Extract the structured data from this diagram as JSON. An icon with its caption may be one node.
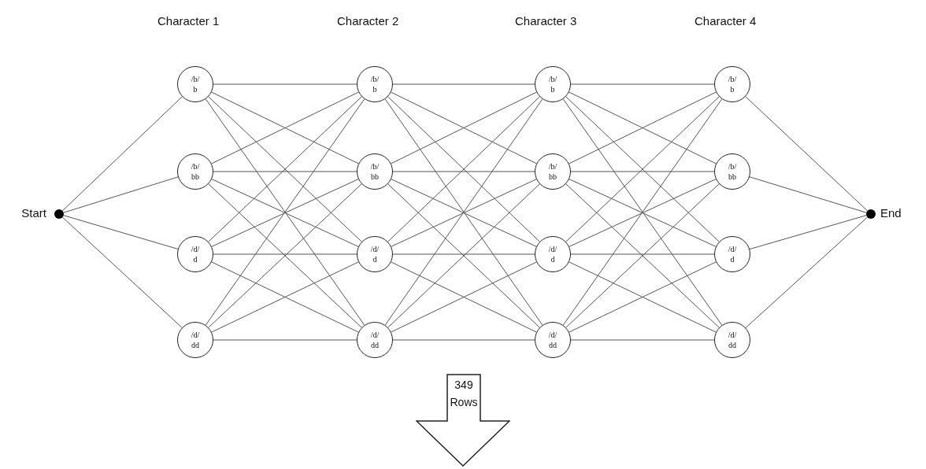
{
  "diagram": {
    "nodes": [
      {
        "text": [],
        "shape": "circle",
        "beside": [
          "Start"
        ]
      },
      {
        "text": [
          "/b/",
          "b"
        ]
      },
      {
        "text": [
          "/b/",
          "bb"
        ]
      },
      {
        "text": [
          "/d/",
          "d"
        ]
      },
      {
        "text": [
          "/d/",
          "dd"
        ]
      },
      {
        "text": [
          "/b/",
          "b"
        ]
      },
      {
        "text": [
          "/b/",
          "bb"
        ]
      },
      {
        "text": [
          "/d/",
          "d"
        ]
      },
      {
        "text": [
          "/d/",
          "dd"
        ]
      },
      {
        "text": [
          "/b/",
          "b"
        ]
      },
      {
        "text": [
          "/b/",
          "bb"
        ]
      },
      {
        "text": [
          "/d/",
          "d"
        ]
      },
      {
        "text": [
          "/d/",
          "dd"
        ]
      },
      {
        "text": [
          "/b/",
          "b"
        ]
      },
      {
        "text": [
          "/b/",
          "bb"
        ]
      },
      {
        "text": [
          "/d/",
          "d"
        ]
      },
      {
        "text": [
          "/d/",
          "dd"
        ]
      },
      {
        "text": [],
        "shape": "circle",
        "beside": [
          "End"
        ]
      },
      {
        "text": [
          "349 Rows"
        ]
      }
    ],
    "edges": [
      {
        "from": 0,
        "to": 1,
        "arrow": "none"
      },
      {
        "from": 0,
        "to": 2,
        "arrow": "none"
      },
      {
        "from": 0,
        "to": 3,
        "arrow": "none"
      },
      {
        "from": 0,
        "to": 4,
        "arrow": "none"
      },
      {
        "from": 1,
        "to": 5,
        "arrow": "none"
      },
      {
        "from": 1,
        "to": 6,
        "arrow": "none"
      },
      {
        "from": 1,
        "to": 7,
        "arrow": "none"
      },
      {
        "from": 1,
        "to": 8,
        "arrow": "none"
      },
      {
        "from": 2,
        "to": 5,
        "arrow": "none"
      },
      {
        "from": 2,
        "to": 6,
        "arrow": "none"
      },
      {
        "from": 2,
        "to": 7,
        "arrow": "none"
      },
      {
        "from": 2,
        "to": 8,
        "arrow": "none"
      },
      {
        "from": 3,
        "to": 5,
        "arrow": "none"
      },
      {
        "from": 3,
        "to": 6,
        "arrow": "none"
      },
      {
        "from": 3,
        "to": 7,
        "arrow": "none"
      },
      {
        "from": 3,
        "to": 8,
        "arrow": "none"
      },
      {
        "from": 4,
        "to": 5,
        "arrow": "none"
      },
      {
        "from": 4,
        "to": 6,
        "arrow": "none"
      },
      {
        "from": 4,
        "to": 7,
        "arrow": "none"
      },
      {
        "from": 4,
        "to": 8,
        "arrow": "none"
      },
      {
        "from": 5,
        "to": 9,
        "arrow": "none"
      },
      {
        "from": 5,
        "to": 10,
        "arrow": "none"
      },
      {
        "from": 5,
        "to": 11,
        "arrow": "none"
      },
      {
        "from": 5,
        "to": 12,
        "arrow": "none"
      },
      {
        "from": 6,
        "to": 9,
        "arrow": "none"
      },
      {
        "from": 6,
        "to": 10,
        "arrow": "none"
      },
      {
        "from": 6,
        "to": 11,
        "arrow": "none"
      },
      {
        "from": 6,
        "to": 12,
        "arrow": "none"
      },
      {
        "from": 7,
        "to": 9,
        "arrow": "none"
      },
      {
        "from": 7,
        "to": 10,
        "arrow": "none"
      },
      {
        "from": 7,
        "to": 11,
        "arrow": "none"
      },
      {
        "from": 7,
        "to": 12,
        "arrow": "none"
      },
      {
        "from": 8,
        "to": 9,
        "arrow": "none"
      },
      {
        "from": 8,
        "to": 10,
        "arrow": "none"
      },
      {
        "from": 8,
        "to": 11,
        "arrow": "none"
      },
      {
        "from": 8,
        "to": 12,
        "arrow": "none"
      },
      {
        "from": 9,
        "to": 13,
        "arrow": "none"
      },
      {
        "from": 9,
        "to": 14,
        "arrow": "none"
      },
      {
        "from": 9,
        "to": 15,
        "arrow": "none"
      },
      {
        "from": 9,
        "to": 16,
        "arrow": "none"
      },
      {
        "from": 10,
        "to": 13,
        "arrow": "none"
      },
      {
        "from": 10,
        "to": 14,
        "arrow": "none"
      },
      {
        "from": 10,
        "to": 15,
        "arrow": "none"
      },
      {
        "from": 10,
        "to": 16,
        "arrow": "none"
      },
      {
        "from": 11,
        "to": 13,
        "arrow": "none"
      },
      {
        "from": 11,
        "to": 14,
        "arrow": "none"
      },
      {
        "from": 11,
        "to": 15,
        "arrow": "none"
      },
      {
        "from": 11,
        "to": 16,
        "arrow": "none"
      },
      {
        "from": 12,
        "to": 13,
        "arrow": "none"
      },
      {
        "from": 12,
        "to": 14,
        "arrow": "none"
      },
      {
        "from": 12,
        "to": 15,
        "arrow": "none"
      },
      {
        "from": 12,
        "to": 16,
        "arrow": "none"
      },
      {
        "from": 13,
        "to": 17,
        "arrow": "none"
      },
      {
        "from": 14,
        "to": 17,
        "arrow": "none"
      },
      {
        "from": 15,
        "to": 17,
        "arrow": "none"
      },
      {
        "from": 16,
        "to": 17,
        "arrow": "none"
      }
    ],
    "labels": [
      "Character 1",
      "Character 2",
      "Character 3",
      "Character 4"
    ]
  }
}
